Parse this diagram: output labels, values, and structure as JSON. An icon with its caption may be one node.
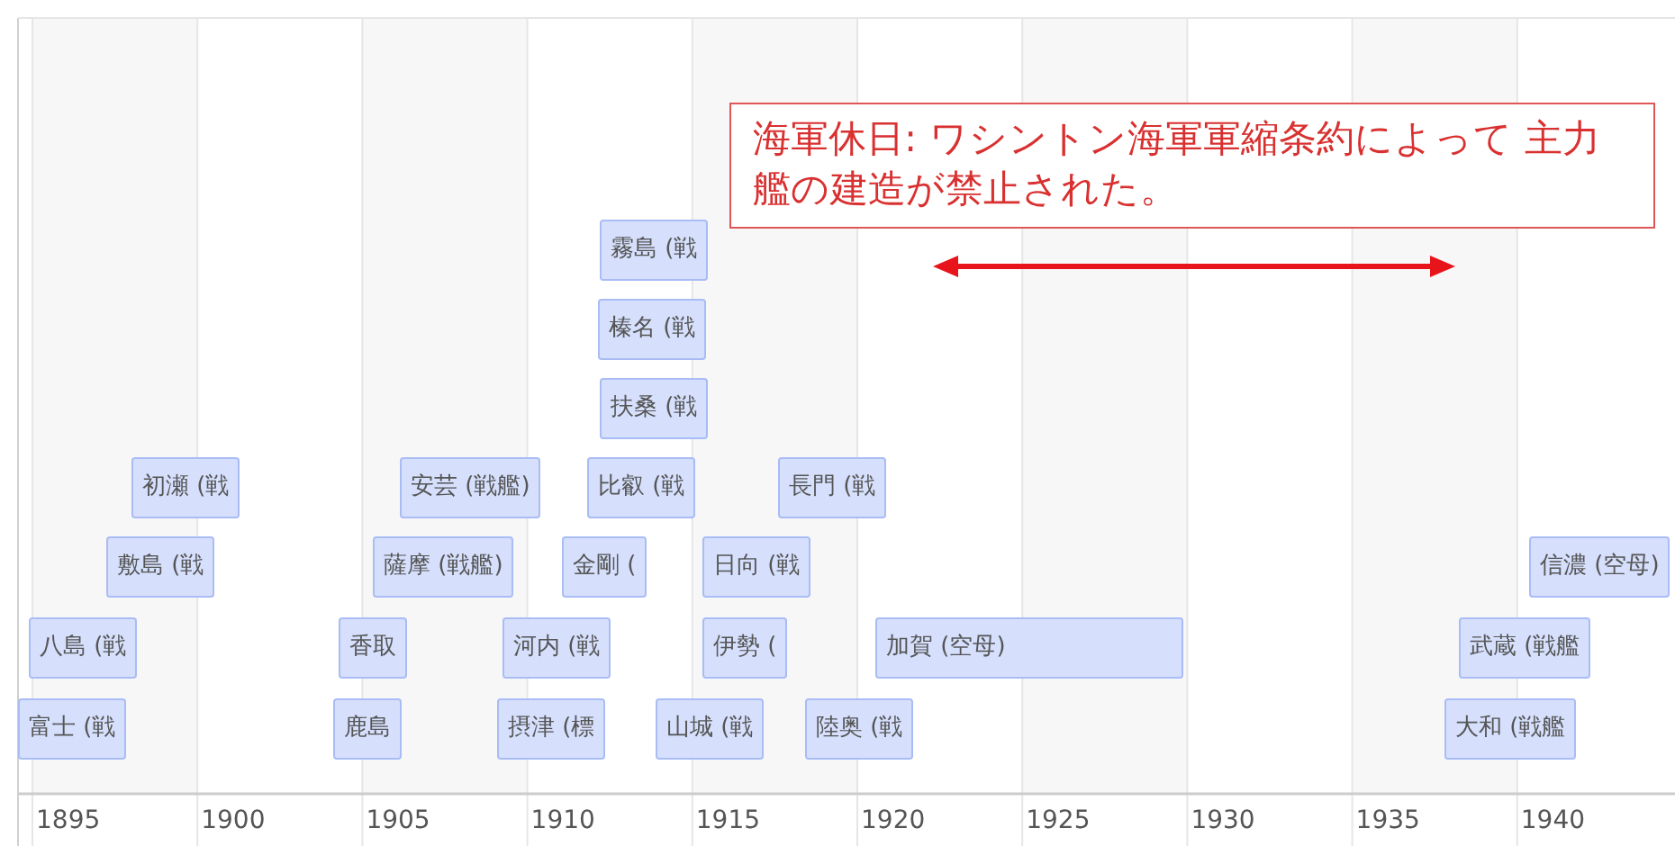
{
  "diagram": {
    "nodes": [
      {
        "text": [
          "海軍休日: ワシントン海軍軍縮条約によって 主力艦の建造が禁止された。"
        ]
      },
      {
        "text": [
          "霧島 (戦"
        ]
      },
      {
        "text": [
          "榛名 (戦"
        ]
      },
      {
        "text": [
          "扶桑 (戦"
        ]
      },
      {
        "text": [
          "初瀬 (戦"
        ]
      },
      {
        "text": [
          "安芸 (戦艦)"
        ]
      },
      {
        "text": [
          "比叡 (戦"
        ]
      },
      {
        "text": [
          "長門 (戦"
        ]
      },
      {
        "text": [
          "敷島 (戦"
        ]
      },
      {
        "text": [
          "薩摩 (戦艦)"
        ]
      },
      {
        "text": [
          "金剛 ("
        ]
      },
      {
        "text": [
          "日向 (戦"
        ]
      },
      {
        "text": [
          "信濃 (空母)"
        ]
      },
      {
        "text": [
          "八島 (戦"
        ]
      },
      {
        "text": [
          "香取"
        ]
      },
      {
        "text": [
          "河内 (戦"
        ]
      },
      {
        "text": [
          "伊勢 ("
        ]
      },
      {
        "text": [
          "加賀 (空母)"
        ]
      },
      {
        "text": [
          "武蔵 (戦艦"
        ]
      },
      {
        "text": [
          "富士 (戦"
        ]
      },
      {
        "text": [
          "鹿島"
        ]
      },
      {
        "text": [
          "摂津 (標"
        ]
      },
      {
        "text": [
          "山城 (戦"
        ]
      },
      {
        "text": [
          "陸奥 (戦"
        ]
      },
      {
        "text": [
          "大和 (戦艦"
        ]
      }
    ],
    "labels": [
      "1895",
      "1900",
      "1905",
      "1910",
      "1915",
      "1920",
      "1925",
      "1930",
      "1935",
      "1940"
    ]
  }
}
